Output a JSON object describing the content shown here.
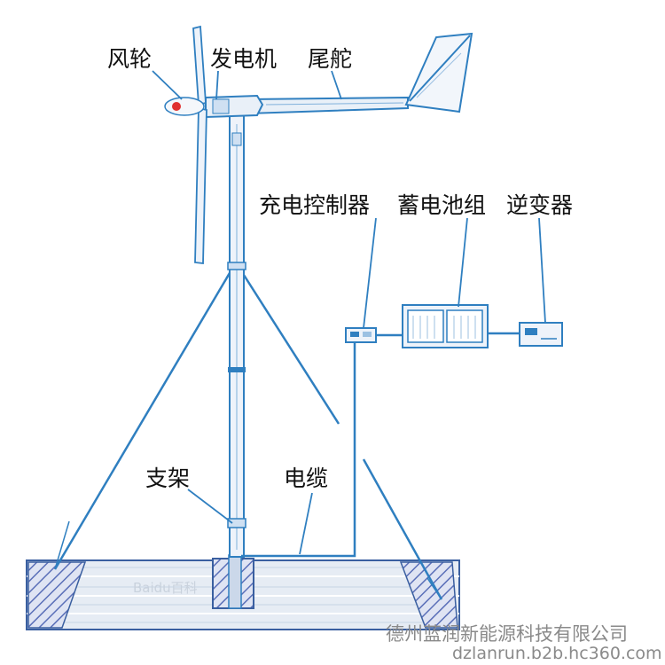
{
  "labels": {
    "rotor": "风轮",
    "generator": "发电机",
    "tail_vane": "尾舵",
    "charge_controller": "充电控制器",
    "battery_bank": "蓄电池组",
    "inverter": "逆变器",
    "support": "支架",
    "cable": "电缆"
  },
  "watermark": {
    "company": "德州蓝润新能源科技有限公司",
    "url": "dzlanrun.b2b.hc360.com",
    "baidu": "Baidu百科"
  },
  "colors": {
    "line": "#2f7fc0",
    "ground": "#e6ecf4",
    "hatch": "#5a6fb8",
    "nose": "#e0302f",
    "ground_dark": "#3a5fa0"
  }
}
